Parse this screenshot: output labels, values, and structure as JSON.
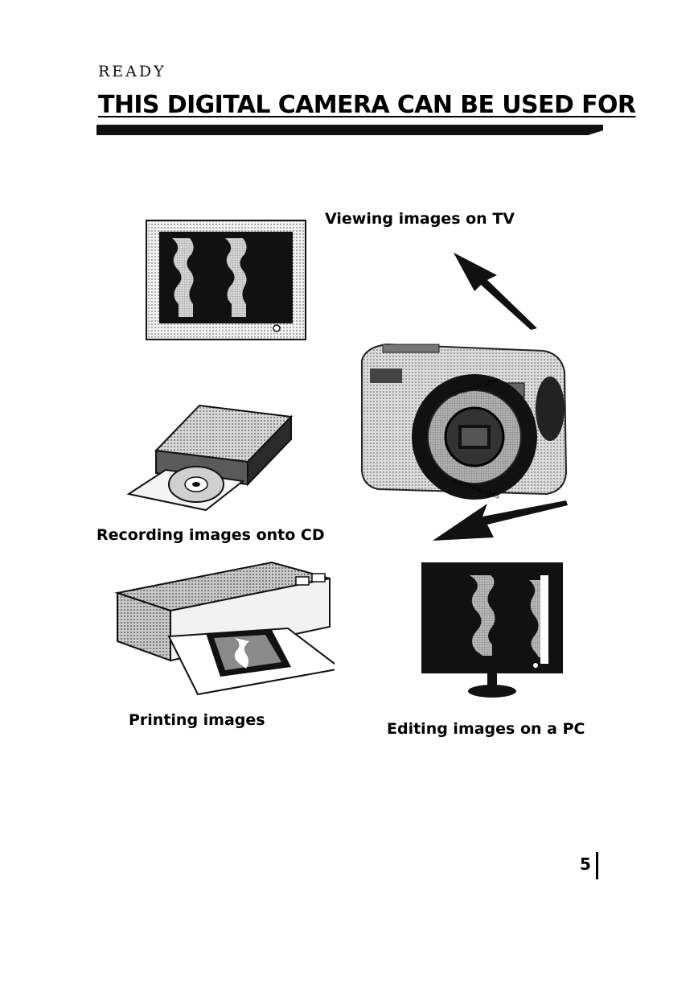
{
  "header": {
    "kicker": "READY",
    "title": "THIS DIGITAL CAMERA CAN BE USED FOR"
  },
  "uses": {
    "tv": "Viewing images on TV",
    "cd": "Recording images onto CD",
    "print": "Printing images",
    "pc": "Editing images on a PC"
  },
  "camera_lens_text": "ASPHERICAL LENS",
  "footer": {
    "page_number": "5"
  }
}
